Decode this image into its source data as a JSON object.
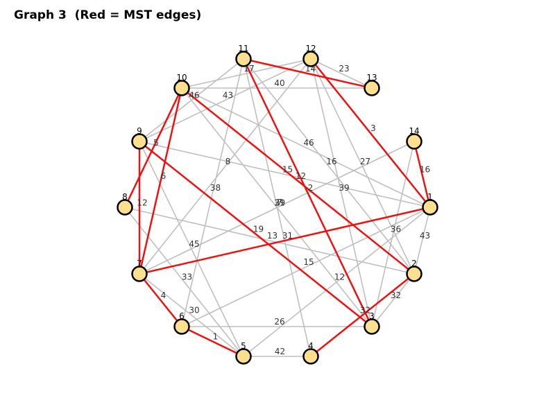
{
  "title": "Graph 3  (Red = MST edges)",
  "colors": {
    "mst": "#ee1111",
    "edge": "#bfbfbf",
    "node_fill": "#fde08f",
    "node_stroke": "#000000",
    "background": "#ffffff"
  },
  "nodes": [
    {
      "id": 1,
      "label": "1"
    },
    {
      "id": 2,
      "label": "2"
    },
    {
      "id": 3,
      "label": "3"
    },
    {
      "id": 4,
      "label": "4"
    },
    {
      "id": 5,
      "label": "5"
    },
    {
      "id": 6,
      "label": "6"
    },
    {
      "id": 7,
      "label": "7"
    },
    {
      "id": 8,
      "label": "8"
    },
    {
      "id": 9,
      "label": "9"
    },
    {
      "id": 10,
      "label": "10"
    },
    {
      "id": 11,
      "label": "11"
    },
    {
      "id": 12,
      "label": "12"
    },
    {
      "id": 13,
      "label": "13"
    },
    {
      "id": 14,
      "label": "14"
    }
  ],
  "edges": [
    {
      "from": 12,
      "to": 13,
      "weight": "23",
      "mst": false
    },
    {
      "from": 10,
      "to": 13,
      "weight": "40",
      "mst": false
    },
    {
      "from": 10,
      "to": 12,
      "weight": "17",
      "mst": false
    },
    {
      "from": 9,
      "to": 11,
      "weight": "46",
      "mst": false
    },
    {
      "from": 9,
      "to": 12,
      "weight": "43",
      "mst": false
    },
    {
      "from": 10,
      "to": 1,
      "weight": "46",
      "mst": false
    },
    {
      "from": 9,
      "to": 1,
      "weight": "15",
      "mst": false
    },
    {
      "from": 7,
      "to": 12,
      "weight": "8",
      "mst": false
    },
    {
      "from": 6,
      "to": 11,
      "weight": "38",
      "mst": false
    },
    {
      "from": 11,
      "to": 4,
      "weight": "29",
      "mst": false
    },
    {
      "from": 12,
      "to": 2,
      "weight": "27",
      "mst": false
    },
    {
      "from": 12,
      "to": 3,
      "weight": "39",
      "mst": false
    },
    {
      "from": 10,
      "to": 3,
      "weight": "7",
      "mst": false
    },
    {
      "from": 8,
      "to": 2,
      "weight": "13",
      "mst": false
    },
    {
      "from": 8,
      "to": 5,
      "weight": "33",
      "mst": false
    },
    {
      "from": 9,
      "to": 5,
      "weight": "45",
      "mst": false
    },
    {
      "from": 6,
      "to": 1,
      "weight": "15",
      "mst": false
    },
    {
      "from": 5,
      "to": 1,
      "weight": "12",
      "mst": false
    },
    {
      "from": 14,
      "to": 3,
      "weight": "36",
      "mst": false
    },
    {
      "from": 14,
      "to": 7,
      "weight": "31",
      "mst": false
    },
    {
      "from": 1,
      "to": 2,
      "weight": "43",
      "mst": false
    },
    {
      "from": 6,
      "to": 3,
      "weight": "26",
      "mst": false
    },
    {
      "from": 5,
      "to": 4,
      "weight": "42",
      "mst": false
    },
    {
      "from": 2,
      "to": 3,
      "weight": "32",
      "mst": false
    },
    {
      "from": 7,
      "to": 5,
      "weight": "30",
      "mst": false
    },
    {
      "from": 11,
      "to": 2,
      "weight": "16",
      "mst": false
    },
    {
      "from": 11,
      "to": 13,
      "weight": "14",
      "mst": true
    },
    {
      "from": 12,
      "to": 1,
      "weight": "3",
      "mst": true
    },
    {
      "from": 14,
      "to": 1,
      "weight": "16",
      "mst": true
    },
    {
      "from": 10,
      "to": 8,
      "weight": "5",
      "mst": true
    },
    {
      "from": 10,
      "to": 7,
      "weight": "6",
      "mst": true
    },
    {
      "from": 9,
      "to": 7,
      "weight": "12",
      "mst": true
    },
    {
      "from": 10,
      "to": 2,
      "weight": "12",
      "mst": true
    },
    {
      "from": 11,
      "to": 3,
      "weight": "2",
      "mst": true
    },
    {
      "from": 9,
      "to": 3,
      "weight": "19",
      "mst": true
    },
    {
      "from": 7,
      "to": 1,
      "weight": "31",
      "mst": true
    },
    {
      "from": 7,
      "to": 6,
      "weight": "4",
      "mst": true
    },
    {
      "from": 6,
      "to": 5,
      "weight": "1",
      "mst": true
    },
    {
      "from": 4,
      "to": 2,
      "weight": "32",
      "mst": true
    }
  ]
}
